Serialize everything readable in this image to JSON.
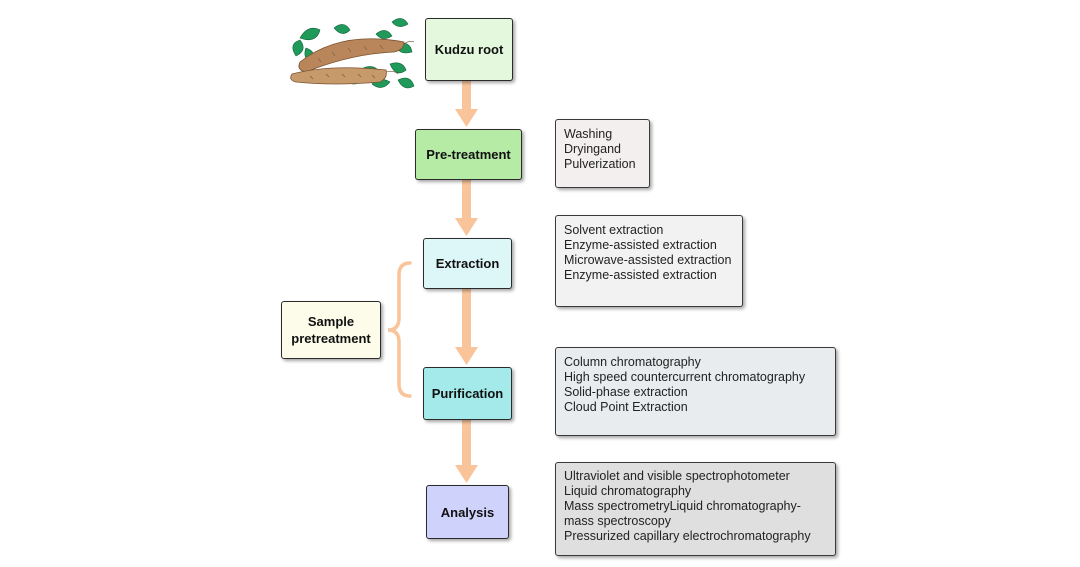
{
  "colors": {
    "arrow": "#f9c49a",
    "bracket": "#f9c49a",
    "kudzu_fill": "#e3f8dc",
    "pretreatment_fill": "#b6eba6",
    "extraction_fill": "#ddf7f8",
    "purification_fill": "#a4eaea",
    "analysis_fill": "#cfd3fb",
    "sample_fill": "#fdfbe9"
  },
  "icons": {
    "kudzu": "kudzu-root-with-leaves-illustration"
  },
  "steps": {
    "kudzu": "Kudzu root",
    "pretreatment": "Pre-treatment",
    "extraction": "Extraction",
    "purification": "Purification",
    "analysis": "Analysis"
  },
  "sample_pretreatment": {
    "line1": "Sample",
    "line2": "pretreatment"
  },
  "details": {
    "pretreatment": [
      "Washing",
      "Dryingand",
      "Pulverization"
    ],
    "extraction": [
      "Solvent extraction",
      "Enzyme-assisted extraction",
      "Microwave-assisted extraction",
      "Enzyme-assisted extraction"
    ],
    "purification": [
      "Column chromatography",
      "High speed countercurrent chromatography",
      "Solid-phase extraction",
      "Cloud Point Extraction"
    ],
    "analysis": [
      "Ultraviolet and visible spectrophotometer",
      "Liquid chromatography",
      "Mass spectrometryLiquid chromatography-",
      "mass spectroscopy",
      "Pressurized capillary electrochromatography"
    ]
  }
}
